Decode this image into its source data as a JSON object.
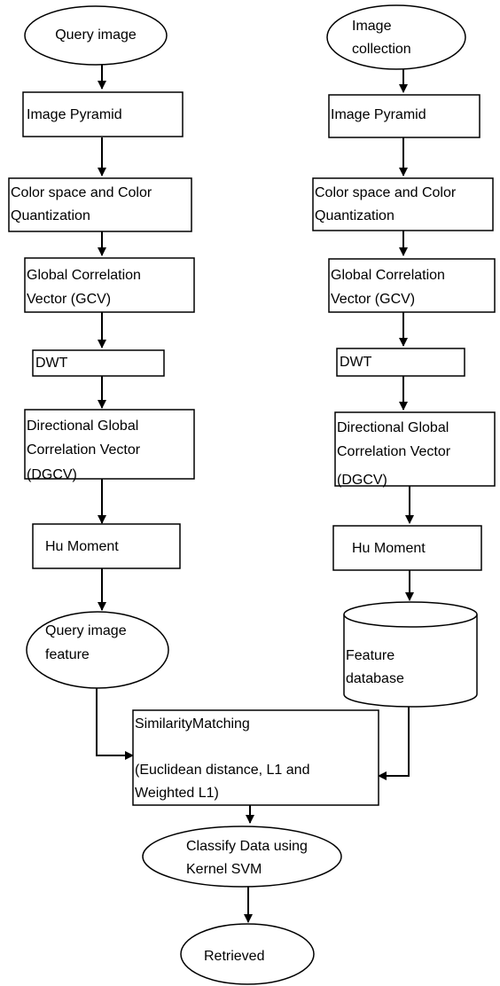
{
  "left_flow": {
    "start": [
      "Query image"
    ],
    "pyramid": [
      "Image Pyramid"
    ],
    "color": [
      "Color space and Color",
      "Quantization"
    ],
    "gcv": [
      "Global Correlation",
      "Vector (GCV)"
    ],
    "dwt": [
      "DWT"
    ],
    "dgcv": [
      "Directional Global",
      "Correlation Vector",
      "(DGCV)"
    ],
    "hu": [
      "Hu Moment"
    ],
    "feature": [
      "Query image",
      "feature"
    ]
  },
  "right_flow": {
    "start": [
      "Image",
      "collection"
    ],
    "pyramid": [
      "Image Pyramid"
    ],
    "color": [
      "Color space and Color",
      "Quantization"
    ],
    "gcv": [
      "Global Correlation",
      "Vector (GCV)"
    ],
    "dwt": [
      "DWT"
    ],
    "dgcv": [
      "Directional Global",
      "Correlation Vector",
      "(DGCV)"
    ],
    "hu": [
      "Hu Moment"
    ],
    "database": [
      "Feature",
      "database"
    ]
  },
  "bottom_flow": {
    "similarity": [
      "SimilarityMatching",
      "",
      "(Euclidean distance, L1 and",
      "Weighted L1)"
    ],
    "classify": [
      "Classify Data using",
      "Kernel SVM"
    ],
    "retrieved": [
      "Retrieved"
    ]
  },
  "colors": {
    "stroke": "#000000",
    "fill": "#ffffff"
  }
}
